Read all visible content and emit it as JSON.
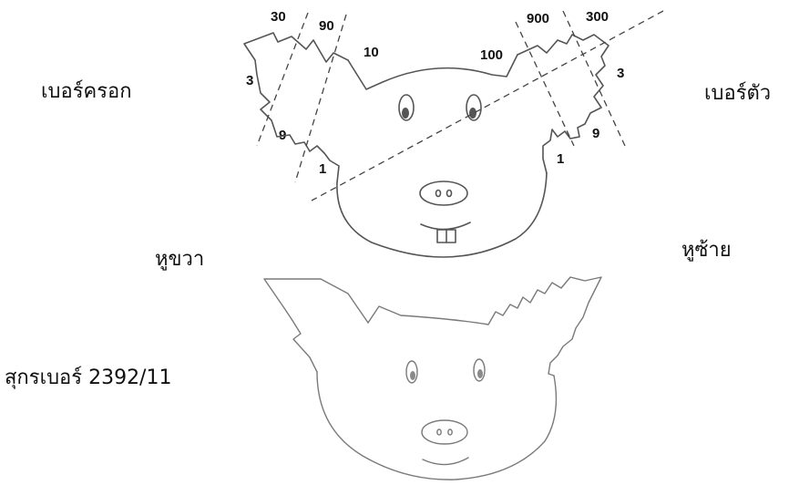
{
  "labels": {
    "litter_number": "เบอร์ครอก",
    "pig_number": "เบอร์ตัว",
    "right_ear": "หูขวา",
    "left_ear": "หูซ้าย",
    "pig_id": "สุกรเบอร์ 2392/11"
  },
  "notch_values": {
    "right_top_a": "30",
    "right_top_b": "90",
    "right_top_c": "10",
    "right_side": "3",
    "right_lower": "9",
    "right_bottom": "1",
    "left_top_a": "900",
    "left_top_b": "300",
    "left_top_c": "100",
    "left_side": "3",
    "left_lower": "9",
    "left_bottom": "1"
  }
}
